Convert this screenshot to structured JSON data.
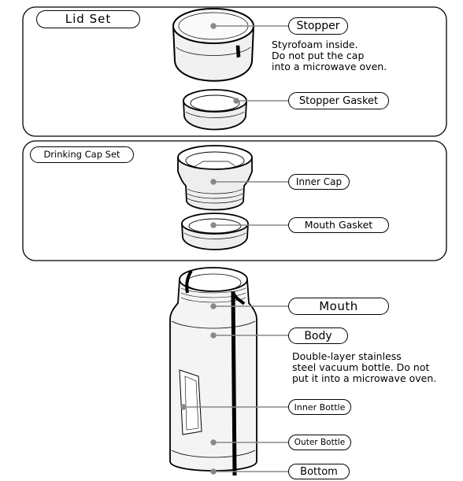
{
  "groups": {
    "lid_set": "Lid Set",
    "drinking_cap_set": "Drinking Cap Set"
  },
  "parts": {
    "stopper": "Stopper",
    "stopper_gasket": "Stopper Gasket",
    "inner_cap": "Inner Cap",
    "mouth_gasket": "Mouth Gasket",
    "mouth": "Mouth",
    "body": "Body",
    "inner_bottle": "Inner Bottle",
    "outer_bottle": "Outer Bottle",
    "bottom": "Bottom"
  },
  "notes": {
    "stopper": "Styrofoam inside.\nDo not put the cap\ninto a microwave oven.",
    "body": "Double-layer stainless\nsteel vacuum bottle. Do not\nput it into a microwave oven."
  }
}
